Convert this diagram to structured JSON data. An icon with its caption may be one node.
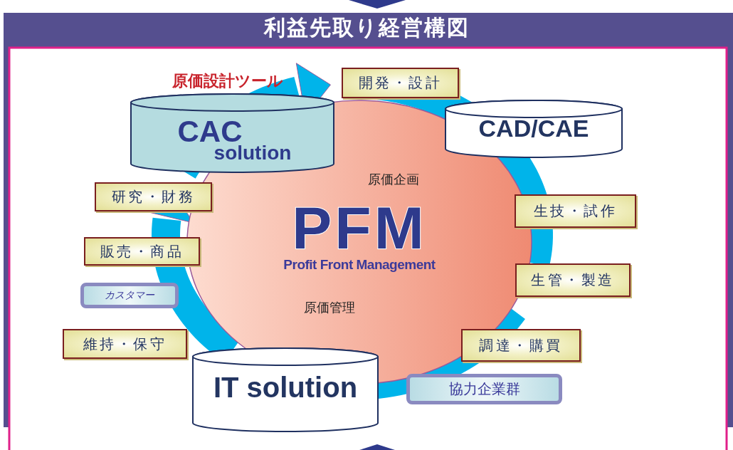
{
  "diagram": {
    "title": "利益先取り経営構図",
    "nodes": [
      {
        "text": [
          "原価企画",
          "PFM",
          "Profit Front Management",
          "原価管理"
        ]
      },
      {
        "text": [
          "原価設計ツール",
          "CAC",
          "solution"
        ]
      },
      {
        "text": [
          "CAD/CAE"
        ]
      },
      {
        "text": [
          "開発・設計"
        ]
      },
      {
        "text": [
          "研究・財務"
        ]
      },
      {
        "text": [
          "販売・商品"
        ]
      },
      {
        "text": [
          "カスタマー"
        ]
      },
      {
        "text": [
          "維持・保守"
        ]
      },
      {
        "text": [
          "生技・試作"
        ]
      },
      {
        "text": [
          "生管・製造"
        ]
      },
      {
        "text": [
          "調達・購買"
        ]
      },
      {
        "text": [
          "協力企業群"
        ]
      },
      {
        "text": [
          "IT solution"
        ]
      }
    ]
  }
}
